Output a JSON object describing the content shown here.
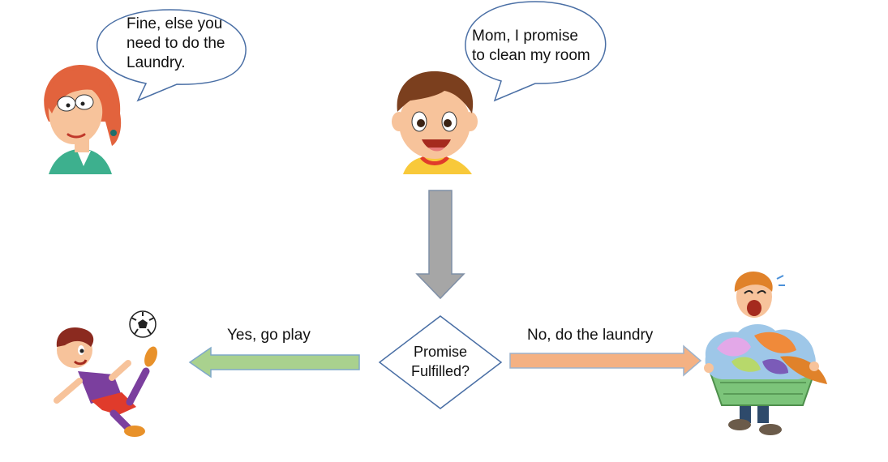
{
  "mom_bubble": {
    "lines": [
      "Fine, else you",
      "need to do the",
      "Laundry."
    ]
  },
  "kid_bubble": {
    "lines": [
      "Mom, I promise",
      "to clean my room"
    ]
  },
  "decision": {
    "lines": [
      "Promise",
      "Fulfilled?"
    ]
  },
  "yes_branch": {
    "label": "Yes, go play"
  },
  "no_branch": {
    "label": "No, do the laundry"
  },
  "colors": {
    "bubble_border": "#4A6FA5",
    "down_arrow_fill": "#A6A6A6",
    "down_arrow_border": "#7F8FA6",
    "yes_arrow_fill": "#A9D18E",
    "yes_arrow_border": "#7FA8C9",
    "no_arrow_fill": "#F4B183",
    "no_arrow_border": "#9DB3CC",
    "diamond_border": "#4A6FA5"
  },
  "icons": {
    "mom": "mom-cartoon-icon",
    "kid": "boy-cartoon-icon",
    "soccer_player": "soccer-player-icon",
    "soccer_ball": "soccer-ball-icon",
    "laundry_kid": "crying-kid-with-laundry-icon"
  }
}
